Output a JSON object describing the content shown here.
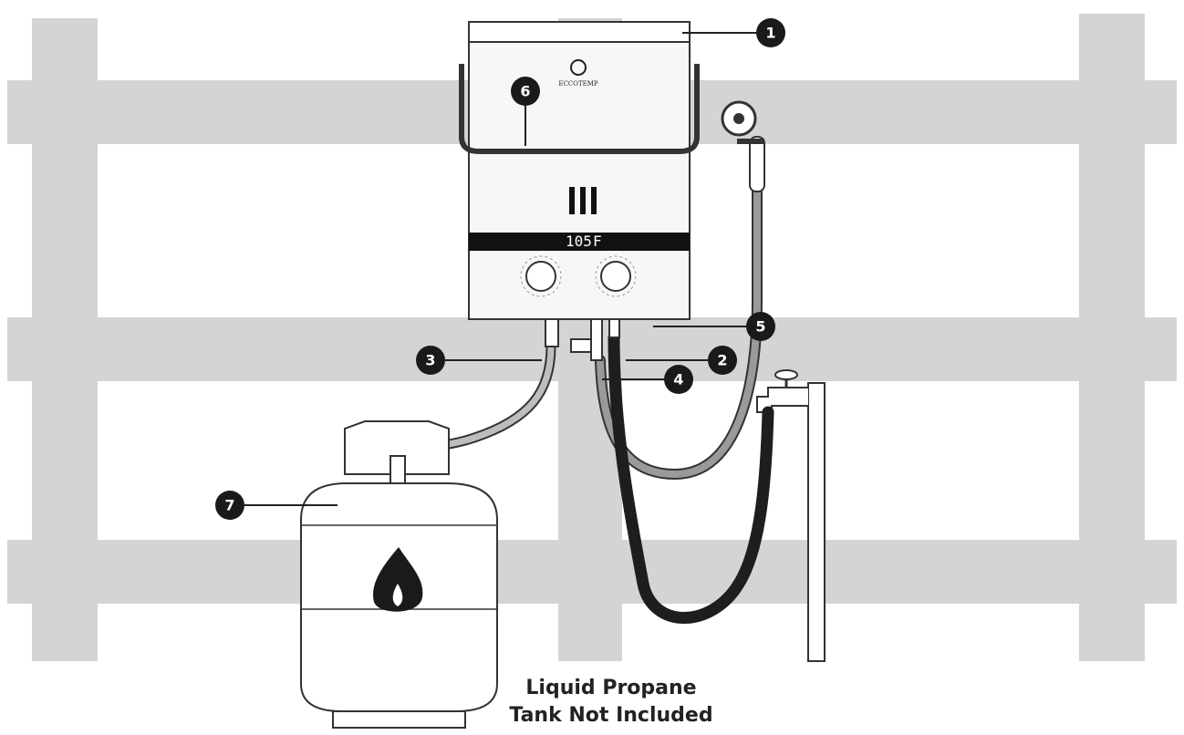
{
  "brand": {
    "name": "ECCOTEMP"
  },
  "heater": {
    "display_value": "105",
    "display_unit": "F"
  },
  "callouts": [
    "1",
    "2",
    "3",
    "4",
    "5",
    "6",
    "7"
  ],
  "caption": {
    "line1": "Liquid Propane",
    "line2": "Tank Not Included"
  },
  "colors": {
    "fence": "#d4d4d4",
    "heater_body": "#f7f7f7",
    "outline": "#333333",
    "display_bar": "#111111",
    "callout_fill": "#1a1a1a",
    "gray_hose": "#9a9a9a",
    "black_hose": "#1e1e1e",
    "gas_line": "#bdbdbd"
  }
}
